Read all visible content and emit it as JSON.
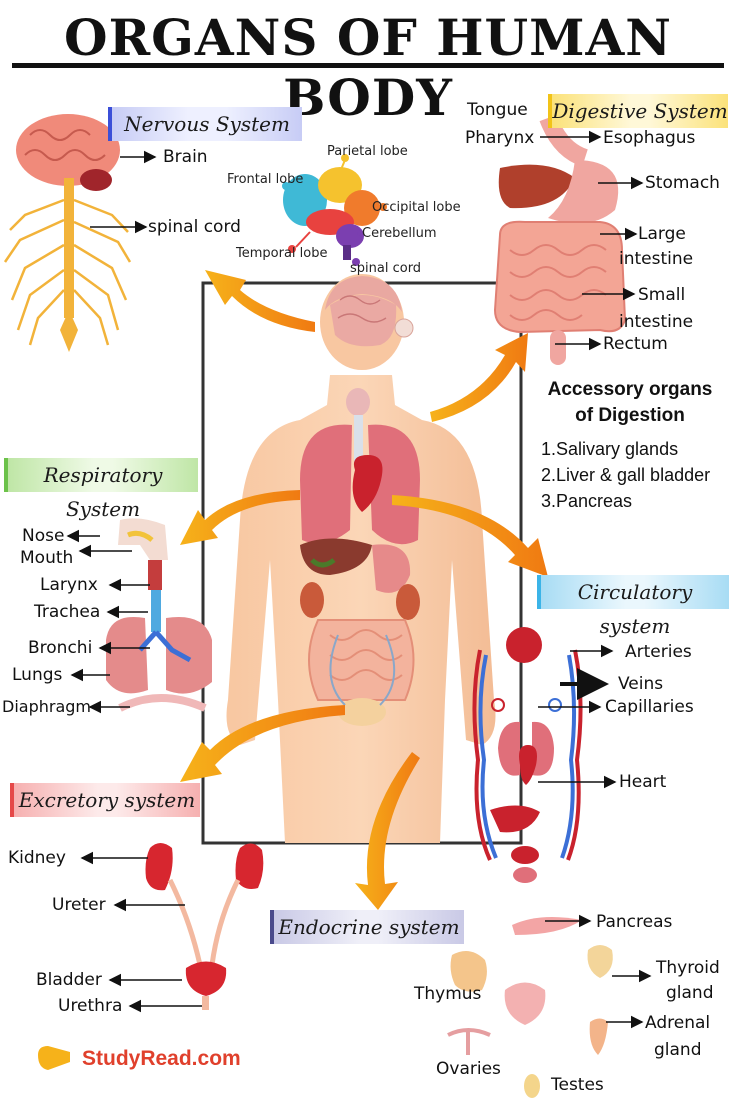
{
  "title": "ORGANS OF HUMAN BODY",
  "banners": {
    "nervous": "Nervous System",
    "digestive": "Digestive System",
    "respiratory": "Respiratory System",
    "circulatory": "Circulatory system",
    "excretory": "Excretory system",
    "endocrine": "Endocrine system"
  },
  "banner_colors": {
    "nervous": "#3b4fd8",
    "digestive": "#f2c318",
    "respiratory": "#6cc24a",
    "circulatory": "#3bb4e8",
    "excretory": "#e54848",
    "endocrine": "#4a4a8c"
  },
  "nervous": {
    "brain": "Brain",
    "spinal_cord": "spinal cord"
  },
  "brain_lobes": {
    "parietal": "Parietal lobe",
    "frontal": "Frontal lobe",
    "occipital": "Occipital lobe",
    "cerebellum": "Cerebellum",
    "temporal": "Temporal lobe",
    "spinal_cord": "spinal cord"
  },
  "digestive": {
    "tongue": "Tongue",
    "pharynx": "Pharynx",
    "esophagus": "Esophagus",
    "stomach": "Stomach",
    "large_intestine_1": "Large",
    "large_intestine_2": "intestine",
    "small_intestine_1": "Small",
    "small_intestine_2": "intestine",
    "rectum": "Rectum"
  },
  "accessory": {
    "title_1": "Accessory organs",
    "title_2": "of Digestion",
    "items": [
      "1.Salivary glands",
      "2.Liver & gall bladder",
      "3.Pancreas"
    ]
  },
  "respiratory": {
    "nose": "Nose",
    "mouth": "Mouth",
    "larynx": "Larynx",
    "trachea": "Trachea",
    "bronchi": "Bronchi",
    "lungs": "Lungs",
    "diaphragm": "Diaphragm"
  },
  "circulatory": {
    "arteries": "Arteries",
    "veins": "Veins",
    "capillaries": "Capillaries",
    "heart": "Heart"
  },
  "excretory": {
    "kidney": "Kidney",
    "ureter": "Ureter",
    "bladder": "Bladder",
    "urethra": "Urethra"
  },
  "endocrine": {
    "pancreas": "Pancreas",
    "thymus": "Thymus",
    "thyroid_1": "Thyroid",
    "thyroid_2": "gland",
    "adrenal_1": "Adrenal",
    "adrenal_2": "gland",
    "ovaries": "Ovaries",
    "testes": "Testes"
  },
  "footer": {
    "brand": "StudyRead.com",
    "pointer_icon": "hand-pointer-icon"
  }
}
